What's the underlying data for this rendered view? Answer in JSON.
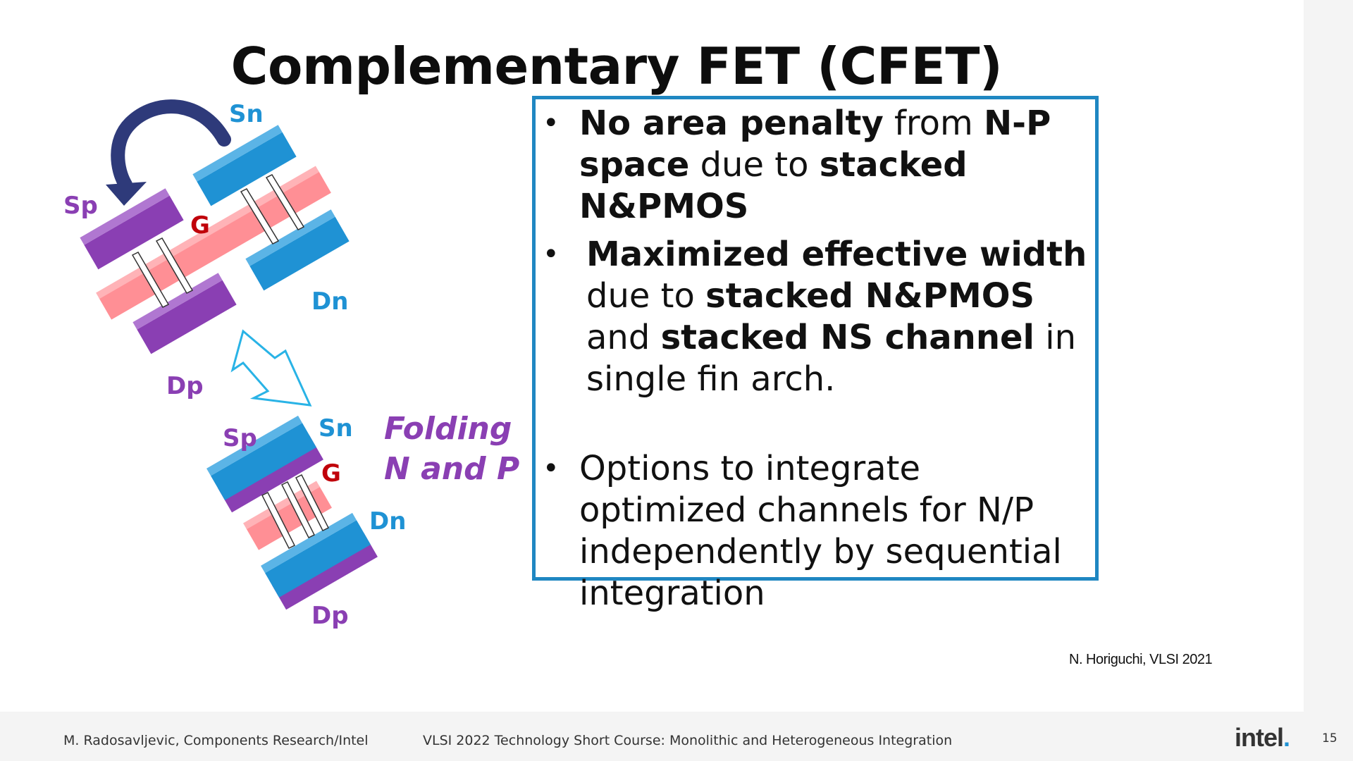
{
  "slide": {
    "title": "Complementary FET (CFET)",
    "citation": "N. Horiguchi, VLSI 2021",
    "page_number": "15"
  },
  "diagram": {
    "top_labels": {
      "sn": "Sn",
      "sp": "Sp",
      "g": "G",
      "dn": "Dn",
      "dp": "Dp"
    },
    "bottom_labels": {
      "sn": "Sn",
      "sp": "Sp",
      "g": "G",
      "dn": "Dn",
      "dp": "Dp"
    },
    "folding_line1": "Folding",
    "folding_line2": "N and P",
    "colors": {
      "n_blue": "#1f92d4",
      "p_purple": "#8a3fb3",
      "gate_pink": "#ff8f95",
      "gate_label_red": "#c0000a",
      "box_border": "#1f87c2"
    }
  },
  "bullets": {
    "b1": {
      "p1": "No area penalty",
      "p2": " from ",
      "p3": "N-P space",
      "p4": " due to ",
      "p5": "stacked N&PMOS"
    },
    "b2": {
      "p1": "Maximized effective width",
      "p2": " due to ",
      "p3": "stacked N&PMOS",
      "p4": " and ",
      "p5": "stacked NS channel",
      "p6": " in single fin arch."
    },
    "b3": {
      "p1": "Options to integrate optimized channels for N/P independently by sequential integration"
    },
    "bullet_symbol": "•"
  },
  "footer": {
    "author": "M. Radosavljevic, Components Research/Intel",
    "event": "VLSI 2022 Technology Short Course: Monolithic and Heterogeneous Integration",
    "logo_text": "intel",
    "logo_dot": "."
  }
}
